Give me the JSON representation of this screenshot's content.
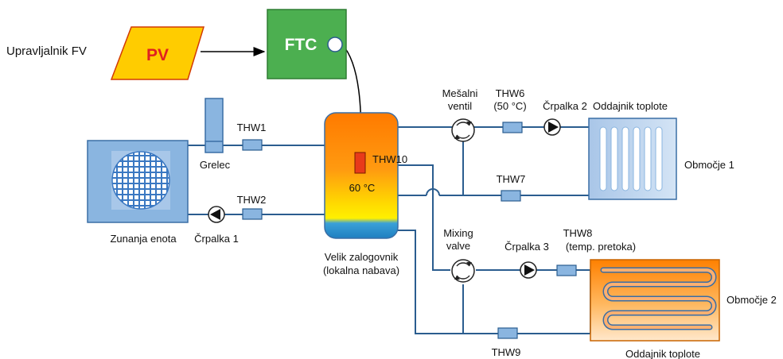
{
  "controller_label": "Upravljalnik FV",
  "pv_label": "PV",
  "ftc_label": "FTC",
  "heater_label": "Grelec",
  "outdoor_unit_label": "Zunanja enota",
  "pump1_label": "Črpalka 1",
  "pump2_label": "Črpalka 2",
  "pump3_label": "Črpalka 3",
  "tank_label_line1": "Velik zalogovnik",
  "tank_label_line2": "(lokalna nabava)",
  "tank_temp": "60 °C",
  "sensors": {
    "thw1": "THW1",
    "thw2": "THW2",
    "thw6_line1": "THW6",
    "thw6_line2": "(50 °C)",
    "thw7": "THW7",
    "thw8_line1": "THW8",
    "thw8_line2": "(temp. pretoka)",
    "thw9": "THW9",
    "thw10": "THW10"
  },
  "mixing_valve1_line1": "Mešalni",
  "mixing_valve1_line2": "ventil",
  "mixing_valve2_line1": "Mixing",
  "mixing_valve2_line2": "valve",
  "emitter1_label": "Oddajnik toplote",
  "emitter2_label": "Oddajnik toplote",
  "zone1_label": "Območje 1",
  "zone2_label": "Območje 2",
  "colors": {
    "pipe": "#2b5d8f",
    "sensor_fill": "#8ab5e0",
    "ftc_green": "#4caf50",
    "pv_yellow": "#ffcc00",
    "pv_text_red": "#e02020"
  }
}
